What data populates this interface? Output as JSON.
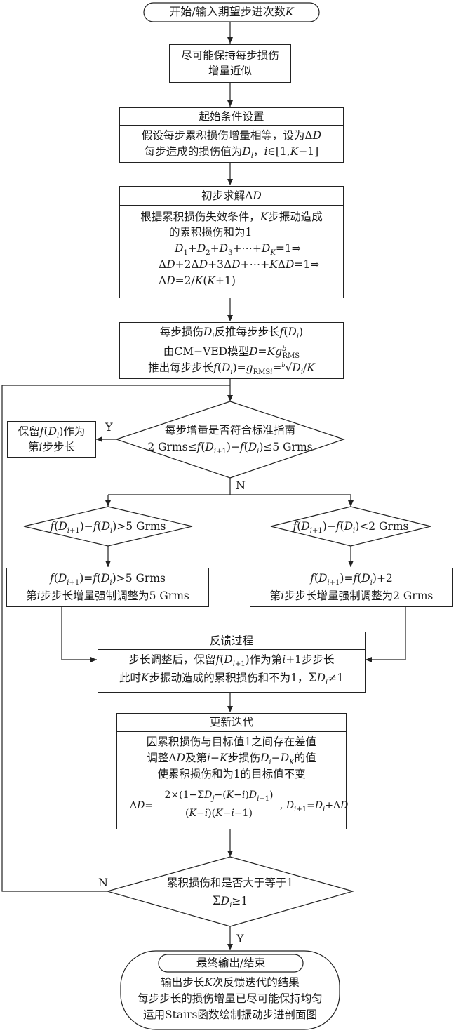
{
  "start": "开始/输入期望步进次数",
  "start_var": "K",
  "step1": {
    "line1": "尽可能保持每步损伤",
    "line2": "增量近似"
  },
  "init": {
    "title": "起始条件设置",
    "line1": "假设每步累积损伤增量相等，设为ΔD",
    "line2": "每步造成的损伤值为Dᵢ，i∈[1,K−1]"
  },
  "solve": {
    "title": "初步求解ΔD",
    "line1": "根据累积损伤失效条件，K步振动造成",
    "line2": "的累积损伤和为1",
    "eq1": "D₁+D₂+D₃+⋯+D_K=1⇒",
    "eq2": "ΔD+2ΔD+3ΔD+⋯+KΔD=1⇒",
    "eq3": "ΔD=2/K(K+1)"
  },
  "derive": {
    "title": "每步损伤Dᵢ反推每步步长f(Dᵢ)",
    "line1": "由CM−VED模型D=Kg_RMS^b",
    "line2": "推出每步步长f(Dᵢ)=g_RMSi=ᵇ√(Dᵢ/K)"
  },
  "check": {
    "line1": "每步增量是否符合标准指南",
    "line2": "2 Grms≤f(Dᵢ₊₁)−f(Dᵢ)≤5 Grms"
  },
  "keep": {
    "line1": "保留f(Dᵢ)作为",
    "line2": "第i步步长"
  },
  "cond_left": "f(Dᵢ₊₁)−f(Dᵢ)>5 Grms",
  "cond_right": "f(Dᵢ₊₁)−f(Dᵢ)<2 Grms",
  "adj_left": {
    "line1": "f(Dᵢ₊₁)=f(Dᵢ)>5 Grms",
    "line2": "第i步步长增量强制调整为5 Grms"
  },
  "adj_right": {
    "line1": "f(Dᵢ₊₁)=f(Dᵢ)+2",
    "line2": "第i步步长增量强制调整为2 Grms"
  },
  "feedback": {
    "title": "反馈过程",
    "line1": "步长调整后，保留f(Dᵢ₊₁)作为第i+1步步长",
    "line2": "此时K步振动造成的累积损伤和不为1，ΣDᵢ≠1"
  },
  "update": {
    "title": "更新迭代",
    "line1": "因累积损伤与目标值1之间存在差值",
    "line2": "调整ΔD及第i−K步损伤Dᵢ−D_K的值",
    "line3": "使累积损伤和为1的目标值不变",
    "formula": "ΔD=2×(1−ΣDⱼ−(K−i)Dᵢ₊₁)/((K−i)(K−i−1)), Dᵢ₊₁=Dᵢ+ΔD"
  },
  "final_check": {
    "line1": "累积损伤和是否大于等于1",
    "line2": "ΣDᵢ≥1"
  },
  "end": {
    "title": "最终输出/结束",
    "line1": "输出步长K次反馈迭代的结果",
    "line2": "每步步长的损伤增量已尽可能保持均匀",
    "line3": "运用Stairs函数绘制振动步进剖面图"
  },
  "labels": {
    "yes": "Y",
    "no": "N"
  }
}
